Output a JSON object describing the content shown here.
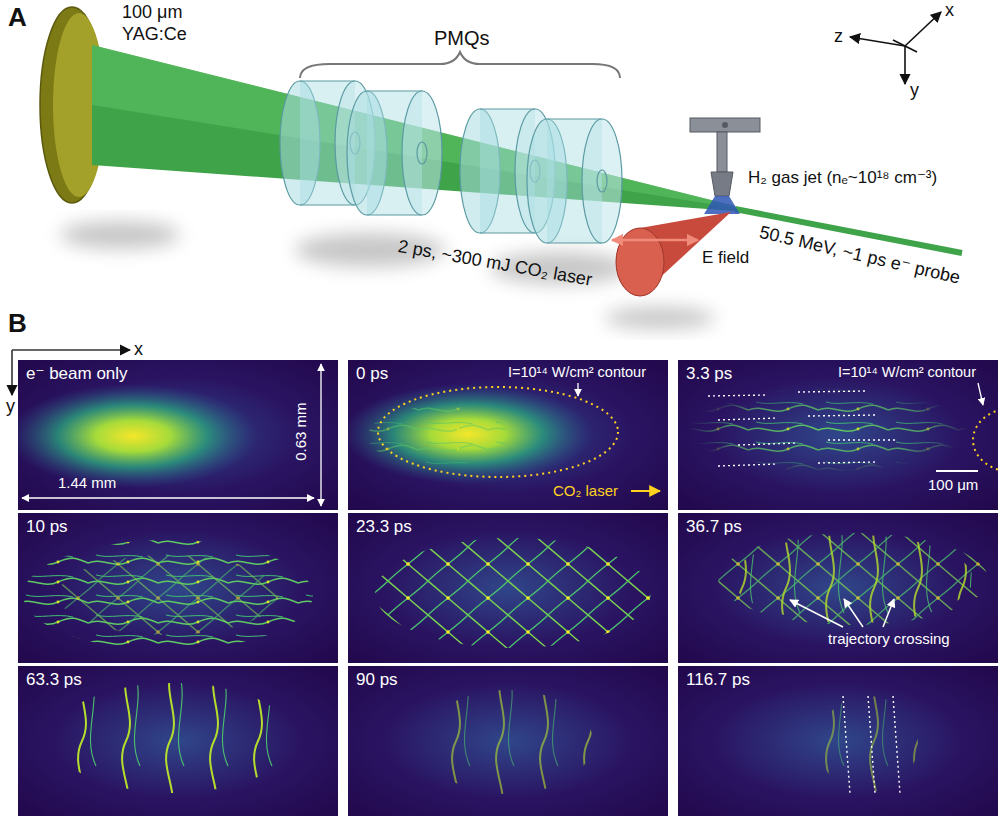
{
  "diagram": {
    "nodes": [
      {
        "text": [
          "e⁻ beam only",
          "1.44 mm",
          "0.63 mm"
        ]
      },
      {
        "text": [
          "0 ps",
          "I=10¹⁴ W/cm² contour",
          "CO₂ laser"
        ]
      },
      {
        "text": [
          "3.3 ps",
          "I=10¹⁴ W/cm² contour",
          "100 μm"
        ]
      },
      {
        "text": [
          "10 ps"
        ]
      },
      {
        "text": [
          "23.3 ps"
        ]
      },
      {
        "text": [
          "36.7 ps",
          "trajectory crossing"
        ]
      },
      {
        "text": [
          "63.3 ps"
        ]
      },
      {
        "text": [
          "90 ps"
        ]
      },
      {
        "text": [
          "116.7 ps"
        ]
      }
    ],
    "labels": [
      "A",
      "100 μm YAG:Ce",
      "PMQs",
      "H₂ gas jet (nₑ~10¹⁸ cm⁻³)",
      "50.5 MeV, ~1 ps e⁻ probe",
      "E field",
      "2 ps, ~300 mJ CO₂ laser",
      "x",
      "z",
      "y",
      "B",
      "x",
      "y"
    ]
  }
}
